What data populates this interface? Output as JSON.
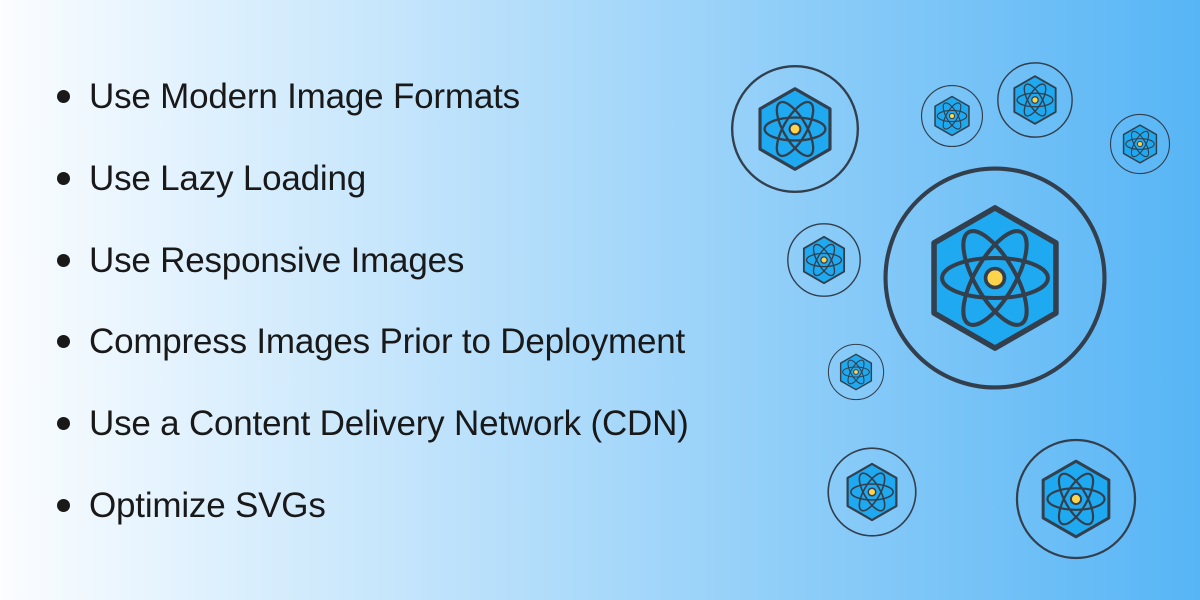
{
  "colors": {
    "background_left": "#fbfdff",
    "background_right": "#57b5f5",
    "text": "#191919",
    "outline_dark": "#333f4c",
    "hexagon_fill": "#1fa9f0",
    "nucleus_yellow": "#fdd44c"
  },
  "list": {
    "items": [
      "Use Modern Image Formats",
      "Use Lazy Loading",
      "Use Responsive Images",
      "Compress Images Prior to Deployment",
      "Use a Content Delivery Network (CDN)",
      "Optimize SVGs"
    ]
  },
  "illustration": {
    "icon_glyph": "atom-hexagon-icon"
  }
}
